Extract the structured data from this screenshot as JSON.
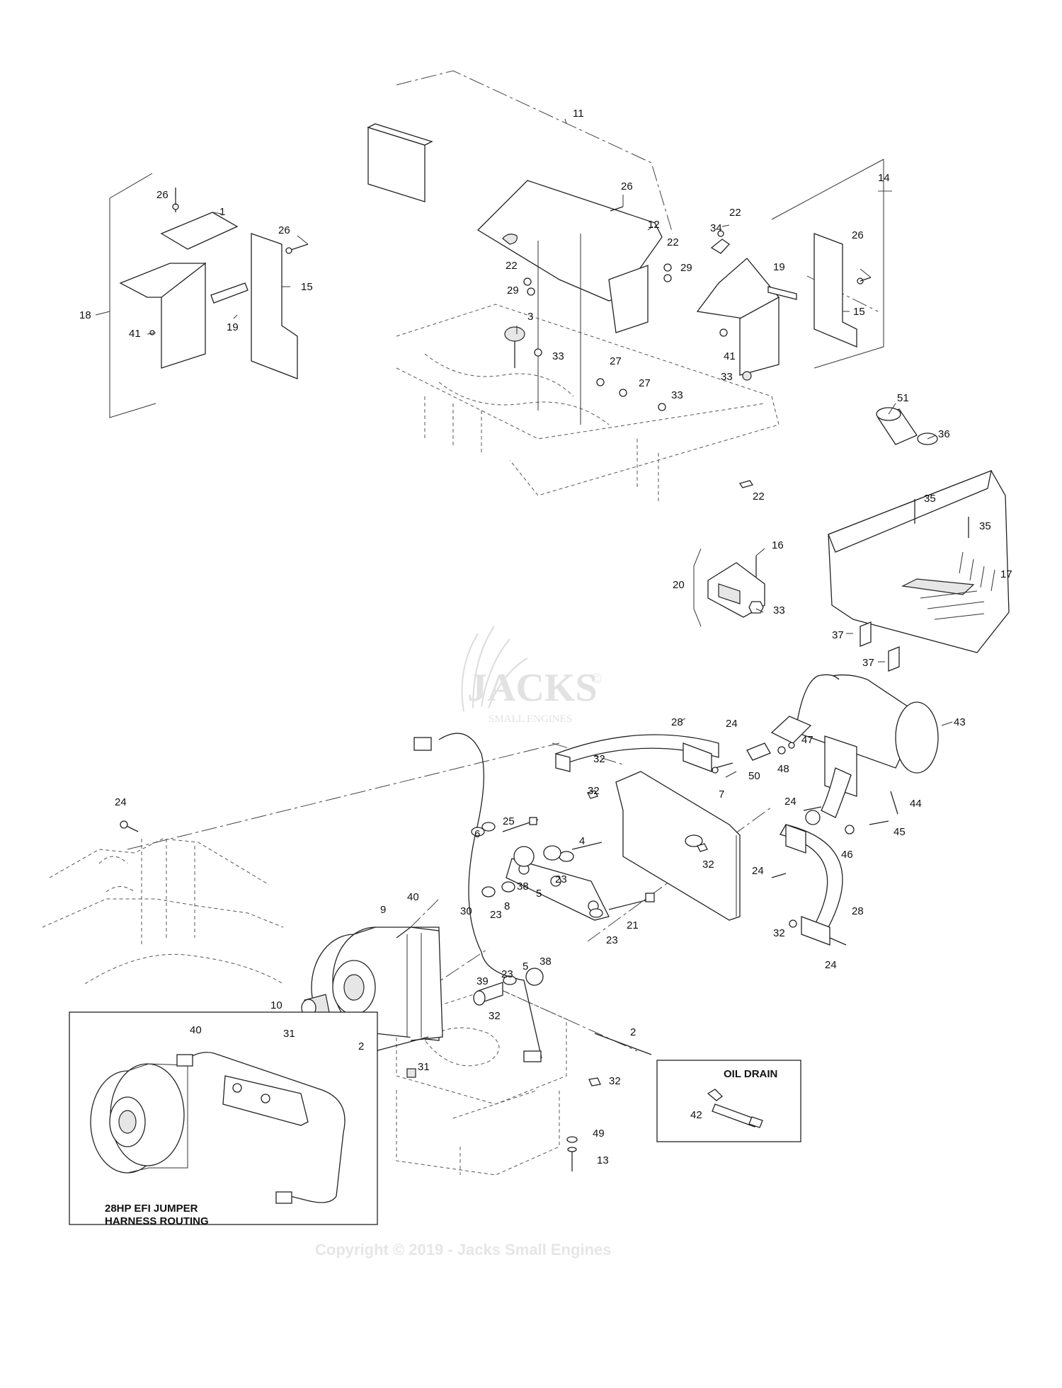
{
  "callouts": [
    {
      "id": "c1",
      "text": "1"
    },
    {
      "id": "c2a",
      "text": "2"
    },
    {
      "id": "c2b",
      "text": "2"
    },
    {
      "id": "c3",
      "text": "3"
    },
    {
      "id": "c4",
      "text": "4"
    },
    {
      "id": "c5a",
      "text": "5"
    },
    {
      "id": "c5b",
      "text": "5"
    },
    {
      "id": "c6",
      "text": "6"
    },
    {
      "id": "c7",
      "text": "7"
    },
    {
      "id": "c8",
      "text": "8"
    },
    {
      "id": "c9",
      "text": "9"
    },
    {
      "id": "c10",
      "text": "10"
    },
    {
      "id": "c11",
      "text": "11"
    },
    {
      "id": "c12",
      "text": "12"
    },
    {
      "id": "c13",
      "text": "13"
    },
    {
      "id": "c14",
      "text": "14"
    },
    {
      "id": "c15a",
      "text": "15"
    },
    {
      "id": "c15b",
      "text": "15"
    },
    {
      "id": "c16",
      "text": "16"
    },
    {
      "id": "c17",
      "text": "17"
    },
    {
      "id": "c18",
      "text": "18"
    },
    {
      "id": "c19a",
      "text": "19"
    },
    {
      "id": "c19b",
      "text": "19"
    },
    {
      "id": "c20",
      "text": "20"
    },
    {
      "id": "c21",
      "text": "21"
    },
    {
      "id": "c22a",
      "text": "22"
    },
    {
      "id": "c22b",
      "text": "22"
    },
    {
      "id": "c22c",
      "text": "22"
    },
    {
      "id": "c22d",
      "text": "22"
    },
    {
      "id": "c23a",
      "text": "23"
    },
    {
      "id": "c23b",
      "text": "23"
    },
    {
      "id": "c23c",
      "text": "23"
    },
    {
      "id": "c23d",
      "text": "23"
    },
    {
      "id": "c24a",
      "text": "24"
    },
    {
      "id": "c24b",
      "text": "24"
    },
    {
      "id": "c24c",
      "text": "24"
    },
    {
      "id": "c24d",
      "text": "24"
    },
    {
      "id": "c24e",
      "text": "24"
    },
    {
      "id": "c25",
      "text": "25"
    },
    {
      "id": "c26a",
      "text": "26"
    },
    {
      "id": "c26b",
      "text": "26"
    },
    {
      "id": "c26c",
      "text": "26"
    },
    {
      "id": "c26d",
      "text": "26"
    },
    {
      "id": "c27a",
      "text": "27"
    },
    {
      "id": "c27b",
      "text": "27"
    },
    {
      "id": "c28a",
      "text": "28"
    },
    {
      "id": "c28b",
      "text": "28"
    },
    {
      "id": "c29a",
      "text": "29"
    },
    {
      "id": "c29b",
      "text": "29"
    },
    {
      "id": "c30",
      "text": "30"
    },
    {
      "id": "c31a",
      "text": "31"
    },
    {
      "id": "c31b",
      "text": "31"
    },
    {
      "id": "c32a",
      "text": "32"
    },
    {
      "id": "c32b",
      "text": "32"
    },
    {
      "id": "c32c",
      "text": "32"
    },
    {
      "id": "c32d",
      "text": "32"
    },
    {
      "id": "c32e",
      "text": "32"
    },
    {
      "id": "c32f",
      "text": "32"
    },
    {
      "id": "c33a",
      "text": "33"
    },
    {
      "id": "c33b",
      "text": "33"
    },
    {
      "id": "c33c",
      "text": "33"
    },
    {
      "id": "c33d",
      "text": "33"
    },
    {
      "id": "c34",
      "text": "34"
    },
    {
      "id": "c35a",
      "text": "35"
    },
    {
      "id": "c35b",
      "text": "35"
    },
    {
      "id": "c36",
      "text": "36"
    },
    {
      "id": "c37a",
      "text": "37"
    },
    {
      "id": "c37b",
      "text": "37"
    },
    {
      "id": "c38a",
      "text": "38"
    },
    {
      "id": "c38b",
      "text": "38"
    },
    {
      "id": "c39",
      "text": "39"
    },
    {
      "id": "c40a",
      "text": "40"
    },
    {
      "id": "c40b",
      "text": "40"
    },
    {
      "id": "c41a",
      "text": "41"
    },
    {
      "id": "c41b",
      "text": "41"
    },
    {
      "id": "c42",
      "text": "42"
    },
    {
      "id": "c43",
      "text": "43"
    },
    {
      "id": "c44",
      "text": "44"
    },
    {
      "id": "c45",
      "text": "45"
    },
    {
      "id": "c46",
      "text": "46"
    },
    {
      "id": "c47",
      "text": "47"
    },
    {
      "id": "c48",
      "text": "48"
    },
    {
      "id": "c49",
      "text": "49"
    },
    {
      "id": "c50",
      "text": "50"
    },
    {
      "id": "c51",
      "text": "51"
    }
  ],
  "insets": {
    "oil_drain_title": "OIL DRAIN",
    "harness_title_line1": "28HP EFI JUMPER",
    "harness_title_line2": "HARNESS ROUTING"
  },
  "watermark": {
    "logo_main": "JACKS",
    "logo_sub": "SMALL ENGINES",
    "logo_mark": "©",
    "copyright": "Copyright © 2019 - Jacks Small Engines"
  }
}
